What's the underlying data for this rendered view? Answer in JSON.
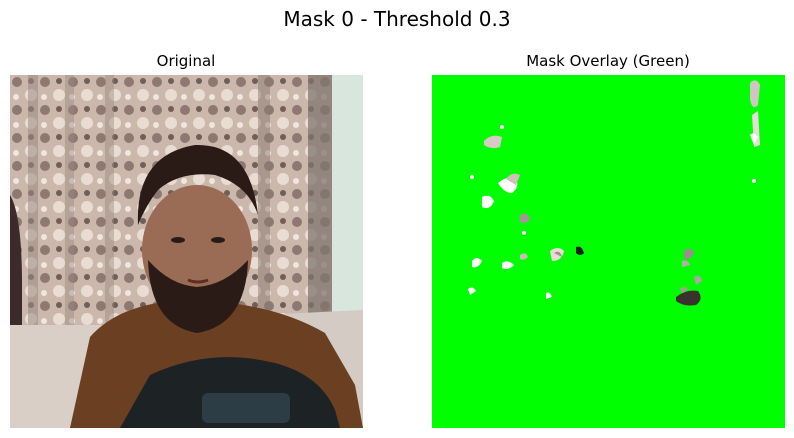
{
  "figure": {
    "suptitle": "Mask 0 - Threshold 0.3"
  },
  "panels": [
    {
      "title": "Original",
      "image": "photo-seated-bearded-man-brown-shirt-curtain-background"
    },
    {
      "title": "Mask Overlay (Green)",
      "image": "green-mask-overlay",
      "overlay_color": "#00ff00"
    }
  ],
  "colors": {
    "background": "#ffffff",
    "mask_green": "#00ff00",
    "shirt": "#6b3f22",
    "wall": "#d8e6dd"
  }
}
